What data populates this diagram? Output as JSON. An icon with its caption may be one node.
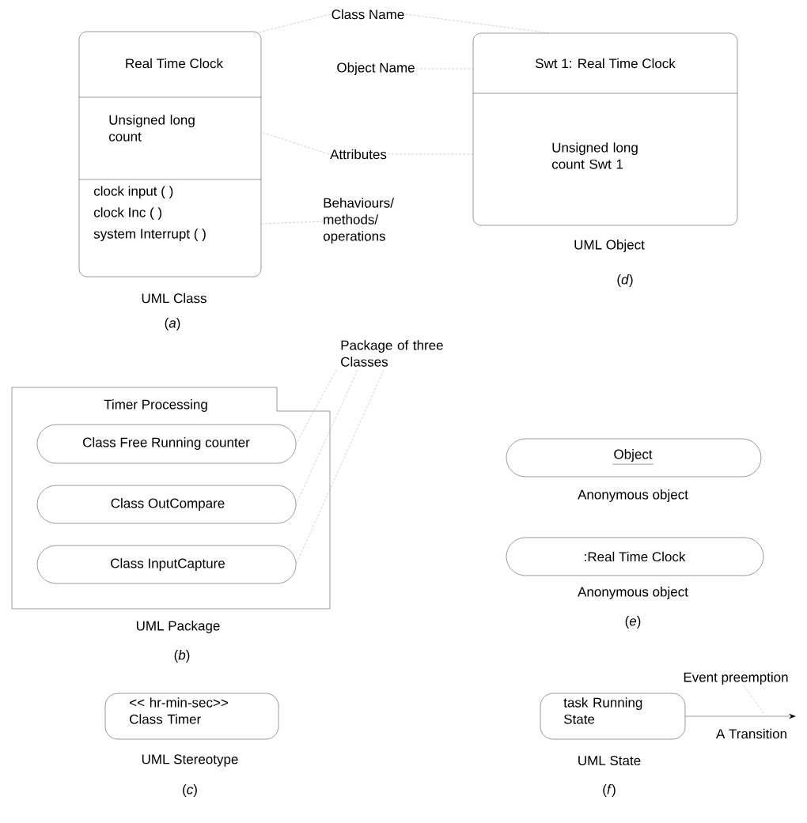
{
  "diagram": {
    "nodes": [
      {
        "text": [
          "Real Time Clock",
          "Unsigned long count",
          "clock input ( )",
          "clock Inc ( )",
          "system Interrupt ( )"
        ],
        "beside": [
          "UML Class",
          "(*a*)"
        ]
      },
      {
        "text": [
          "Class Name"
        ]
      },
      {
        "text": [
          "Swt 1: Real Time Clock",
          "Unsigned long count Swt 1"
        ],
        "beside": [
          "UML Object",
          "(*d*)"
        ]
      },
      {
        "text": [
          "Object  Name"
        ]
      },
      {
        "text": [
          "Attributes"
        ]
      },
      {
        "text": [
          "Behaviours/ methods/ operations"
        ]
      },
      {
        "text": [
          "Timer Processing"
        ],
        "beside": [
          "UML Package",
          "(*b*)"
        ]
      },
      {
        "text": [
          "Class Free Running counter"
        ],
        "in": 6
      },
      {
        "text": [
          "Class OutCompare"
        ],
        "in": 6
      },
      {
        "text": [
          "Class InputCapture"
        ],
        "in": 6
      },
      {
        "text": [
          "Package of three Classes"
        ]
      },
      {
        "text": [
          "Object"
        ],
        "beside": [
          "Anonymous object"
        ]
      },
      {
        "text": [
          ":Real Time Clock"
        ],
        "beside": [
          "Anonymous object",
          "(*e*)"
        ]
      },
      {
        "text": [
          "<< hr-min-sec>> Class Timer"
        ],
        "beside": [
          "UML Stereotype",
          "(*c*)"
        ]
      },
      {
        "text": [
          "task Running State"
        ],
        "beside": [
          "UML State",
          "(*f*)"
        ]
      },
      {
        "text": [
          "Event preemption"
        ]
      }
    ],
    "edges": [
      {
        "from": 1,
        "to": 0,
        "arrow": "none",
        "style": "dashed"
      },
      {
        "from": 1,
        "to": 2,
        "arrow": "none",
        "style": "dashed"
      },
      {
        "from": 3,
        "to": 2,
        "arrow": "none",
        "style": "dashed"
      },
      {
        "from": 4,
        "to": 0,
        "arrow": "none",
        "style": "dashed"
      },
      {
        "from": 4,
        "to": 2,
        "arrow": "none",
        "style": "dashed"
      },
      {
        "from": 5,
        "to": 0,
        "arrow": "none",
        "style": "dashed"
      },
      {
        "from": 10,
        "to": 7,
        "arrow": "none",
        "style": "dashed"
      },
      {
        "from": 10,
        "to": 8,
        "arrow": "none",
        "style": "dashed"
      },
      {
        "from": 10,
        "to": 9,
        "arrow": "none",
        "style": "dashed"
      },
      {
        "from": 14,
        "to": null,
        "arrow": "to",
        "label": "A Transition",
        "color": "#000000"
      },
      {
        "from": 15,
        "to": null,
        "arrow": "none",
        "style": "dashed"
      }
    ]
  }
}
